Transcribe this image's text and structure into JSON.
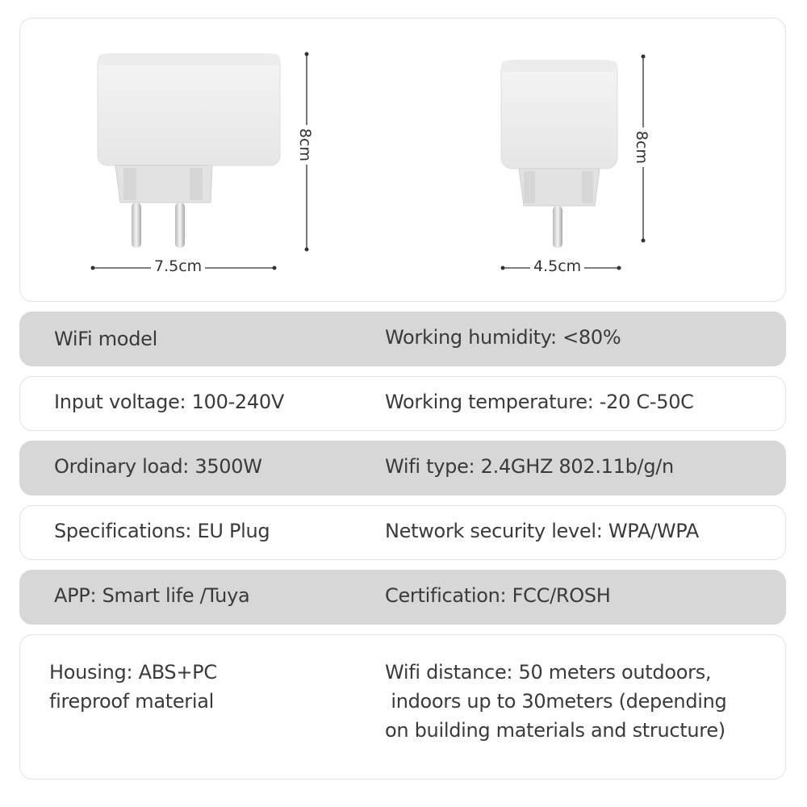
{
  "dimensions": {
    "large_plug": {
      "height_label": "8cm",
      "width_label": "7.5cm"
    },
    "small_plug": {
      "height_label": "8cm",
      "width_label": "4.5cm"
    }
  },
  "specs": [
    {
      "left": "WiFi model",
      "right": "Working humidity: <80%"
    },
    {
      "left": "Input voltage: 100-240V",
      "right": "Working temperature: -20 C-50C"
    },
    {
      "left": "Ordinary load: 3500W",
      "right": "Wifi type: 2.4GHZ 802.11b/g/n"
    },
    {
      "left": "Specifications: EU Plug",
      "right": "Network security level: WPA/WPA"
    },
    {
      "left": "APP: Smart life /Tuya",
      "right": "Certification: FCC/ROSH"
    }
  ],
  "last_spec": {
    "left_line1": "Housing: ABS+PC",
    "left_line2": "fireproof material",
    "right_line1": "Wifi distance: 50 meters outdoors,",
    "right_line2": " indoors up to 30meters (depending",
    "right_line3": "on building materials and structure)"
  },
  "colors": {
    "gray_band": "#d7d7d7",
    "white_band": "#ffffff",
    "text": "#3a3a3a"
  }
}
